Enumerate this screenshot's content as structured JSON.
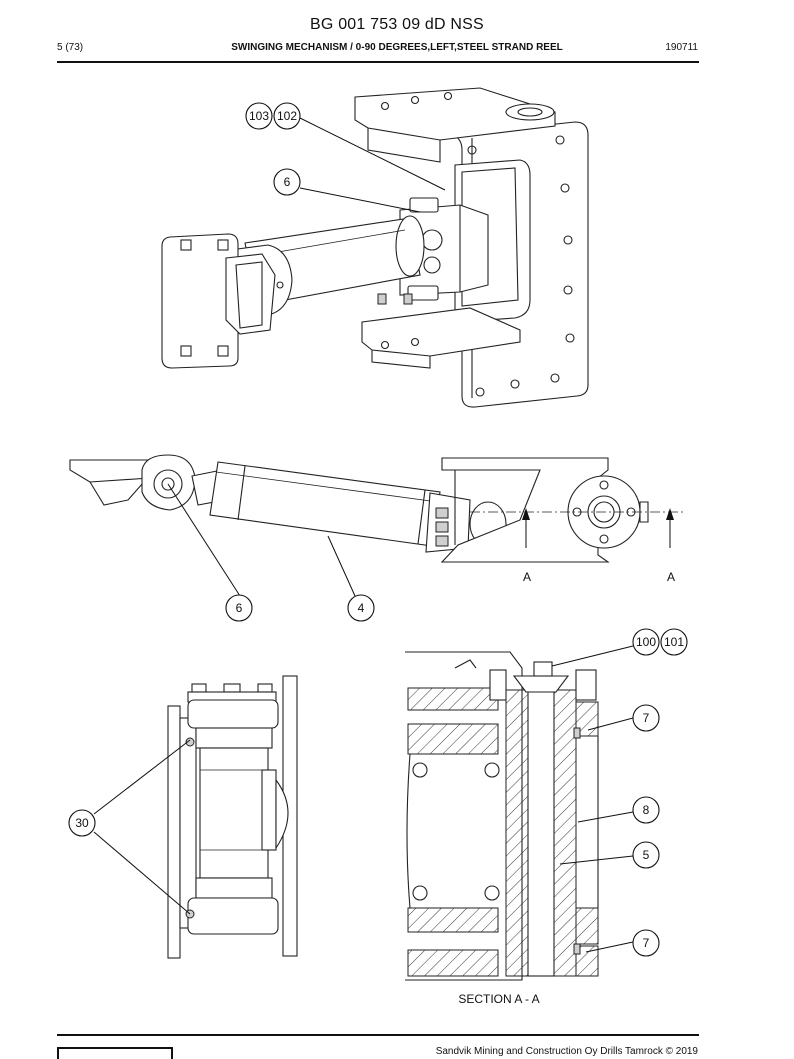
{
  "header": {
    "doc_title": "BG 001 753 09 dD NSS",
    "page_number": "5 (73)",
    "section_title": "SWINGING MECHANISM / 0-90 DEGREES,LEFT,STEEL STRAND REEL",
    "date_code": "190711"
  },
  "callouts": {
    "c103": "103",
    "c102": "102",
    "c6_top": "6",
    "c6_side": "6",
    "c4": "4",
    "c100": "100",
    "c101": "101",
    "c7_upper": "7",
    "c8": "8",
    "c5": "5",
    "c7_lower": "7",
    "c30": "30"
  },
  "section_marks": {
    "left": "A",
    "right": "A"
  },
  "section_caption": "SECTION A - A",
  "footer": {
    "copyright": "Sandvik Mining and Construction Oy Drills Tamrock © 2019"
  }
}
